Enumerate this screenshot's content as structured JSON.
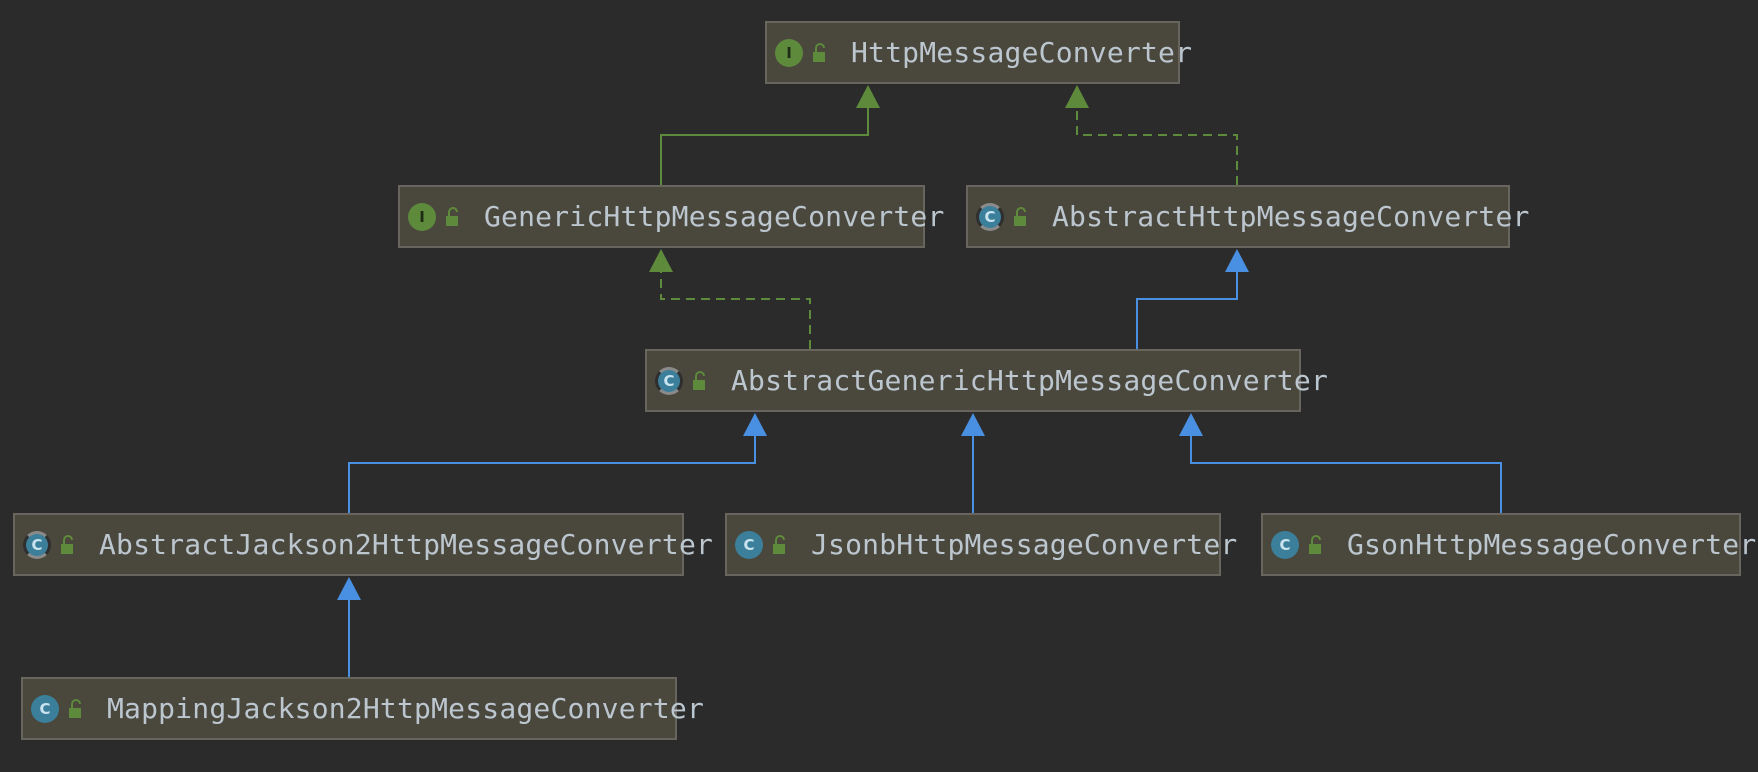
{
  "nodes": [
    {
      "id": "hmc",
      "kind": "I",
      "name": "HttpMessageConverter"
    },
    {
      "id": "ghmc",
      "kind": "I",
      "name": "GenericHttpMessageConverter"
    },
    {
      "id": "ahmc",
      "kind": "C",
      "abstract": true,
      "name": "AbstractHttpMessageConverter"
    },
    {
      "id": "aghmc",
      "kind": "C",
      "abstract": true,
      "name": "AbstractGenericHttpMessageConverter"
    },
    {
      "id": "aj2",
      "kind": "C",
      "abstract": true,
      "name": "AbstractJackson2HttpMessageConverter"
    },
    {
      "id": "jsonb",
      "kind": "C",
      "name": "JsonbHttpMessageConverter"
    },
    {
      "id": "gson",
      "kind": "C",
      "name": "GsonHttpMessageConverter"
    },
    {
      "id": "mj2",
      "kind": "C",
      "name": "MappingJackson2HttpMessageConverter"
    }
  ],
  "edges": [
    {
      "from": "ghmc",
      "to": "hmc",
      "type": "extends-interface"
    },
    {
      "from": "ahmc",
      "to": "hmc",
      "type": "implements"
    },
    {
      "from": "aghmc",
      "to": "ghmc",
      "type": "implements"
    },
    {
      "from": "aghmc",
      "to": "ahmc",
      "type": "extends"
    },
    {
      "from": "aj2",
      "to": "aghmc",
      "type": "extends"
    },
    {
      "from": "jsonb",
      "to": "aghmc",
      "type": "extends"
    },
    {
      "from": "gson",
      "to": "aghmc",
      "type": "extends"
    },
    {
      "from": "mj2",
      "to": "aj2",
      "type": "extends"
    }
  ],
  "colors": {
    "background": "#2b2b2b",
    "node_fill": "#4a473d",
    "node_border": "#67655d",
    "text": "#bcc6cf",
    "interface_edge": "#5e8a3c",
    "class_edge": "#4a90e2",
    "lock": "#5e8a3c"
  }
}
